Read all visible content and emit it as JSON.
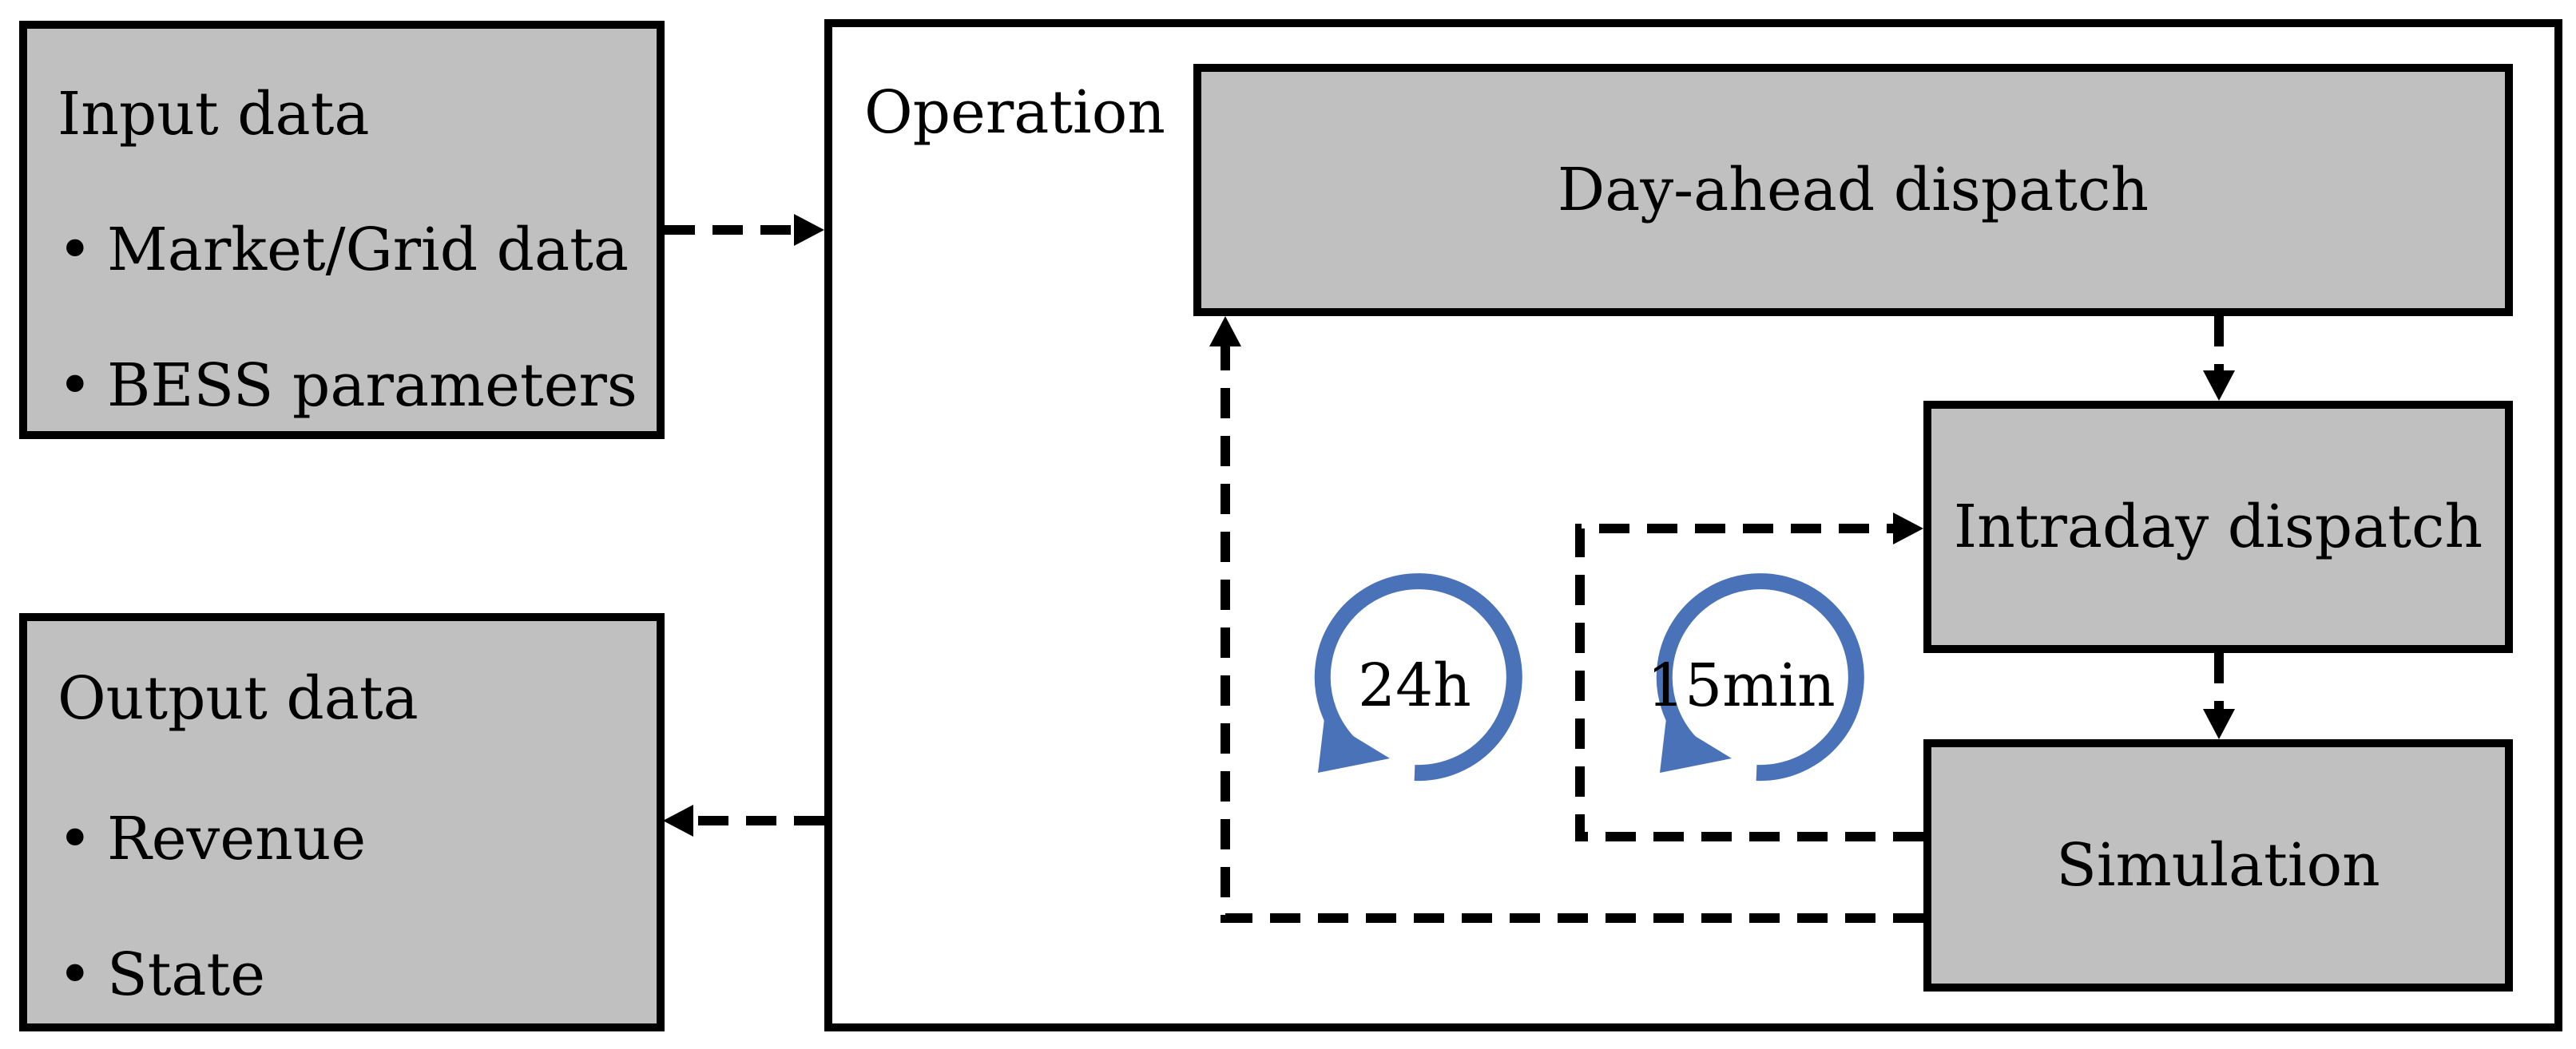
{
  "input_box": {
    "title": "Input data",
    "items": [
      "Market/Grid data",
      "BESS parameters"
    ]
  },
  "output_box": {
    "title": "Output data",
    "items": [
      "Revenue",
      "State"
    ]
  },
  "operation": {
    "title": "Operation",
    "day_ahead": "Day-ahead dispatch",
    "intraday": "Intraday dispatch",
    "simulation": "Simulation"
  },
  "cycles": {
    "outer_label": "24h",
    "inner_label": "15min",
    "color": "#4a72b8"
  },
  "bullet_symbol": "•"
}
